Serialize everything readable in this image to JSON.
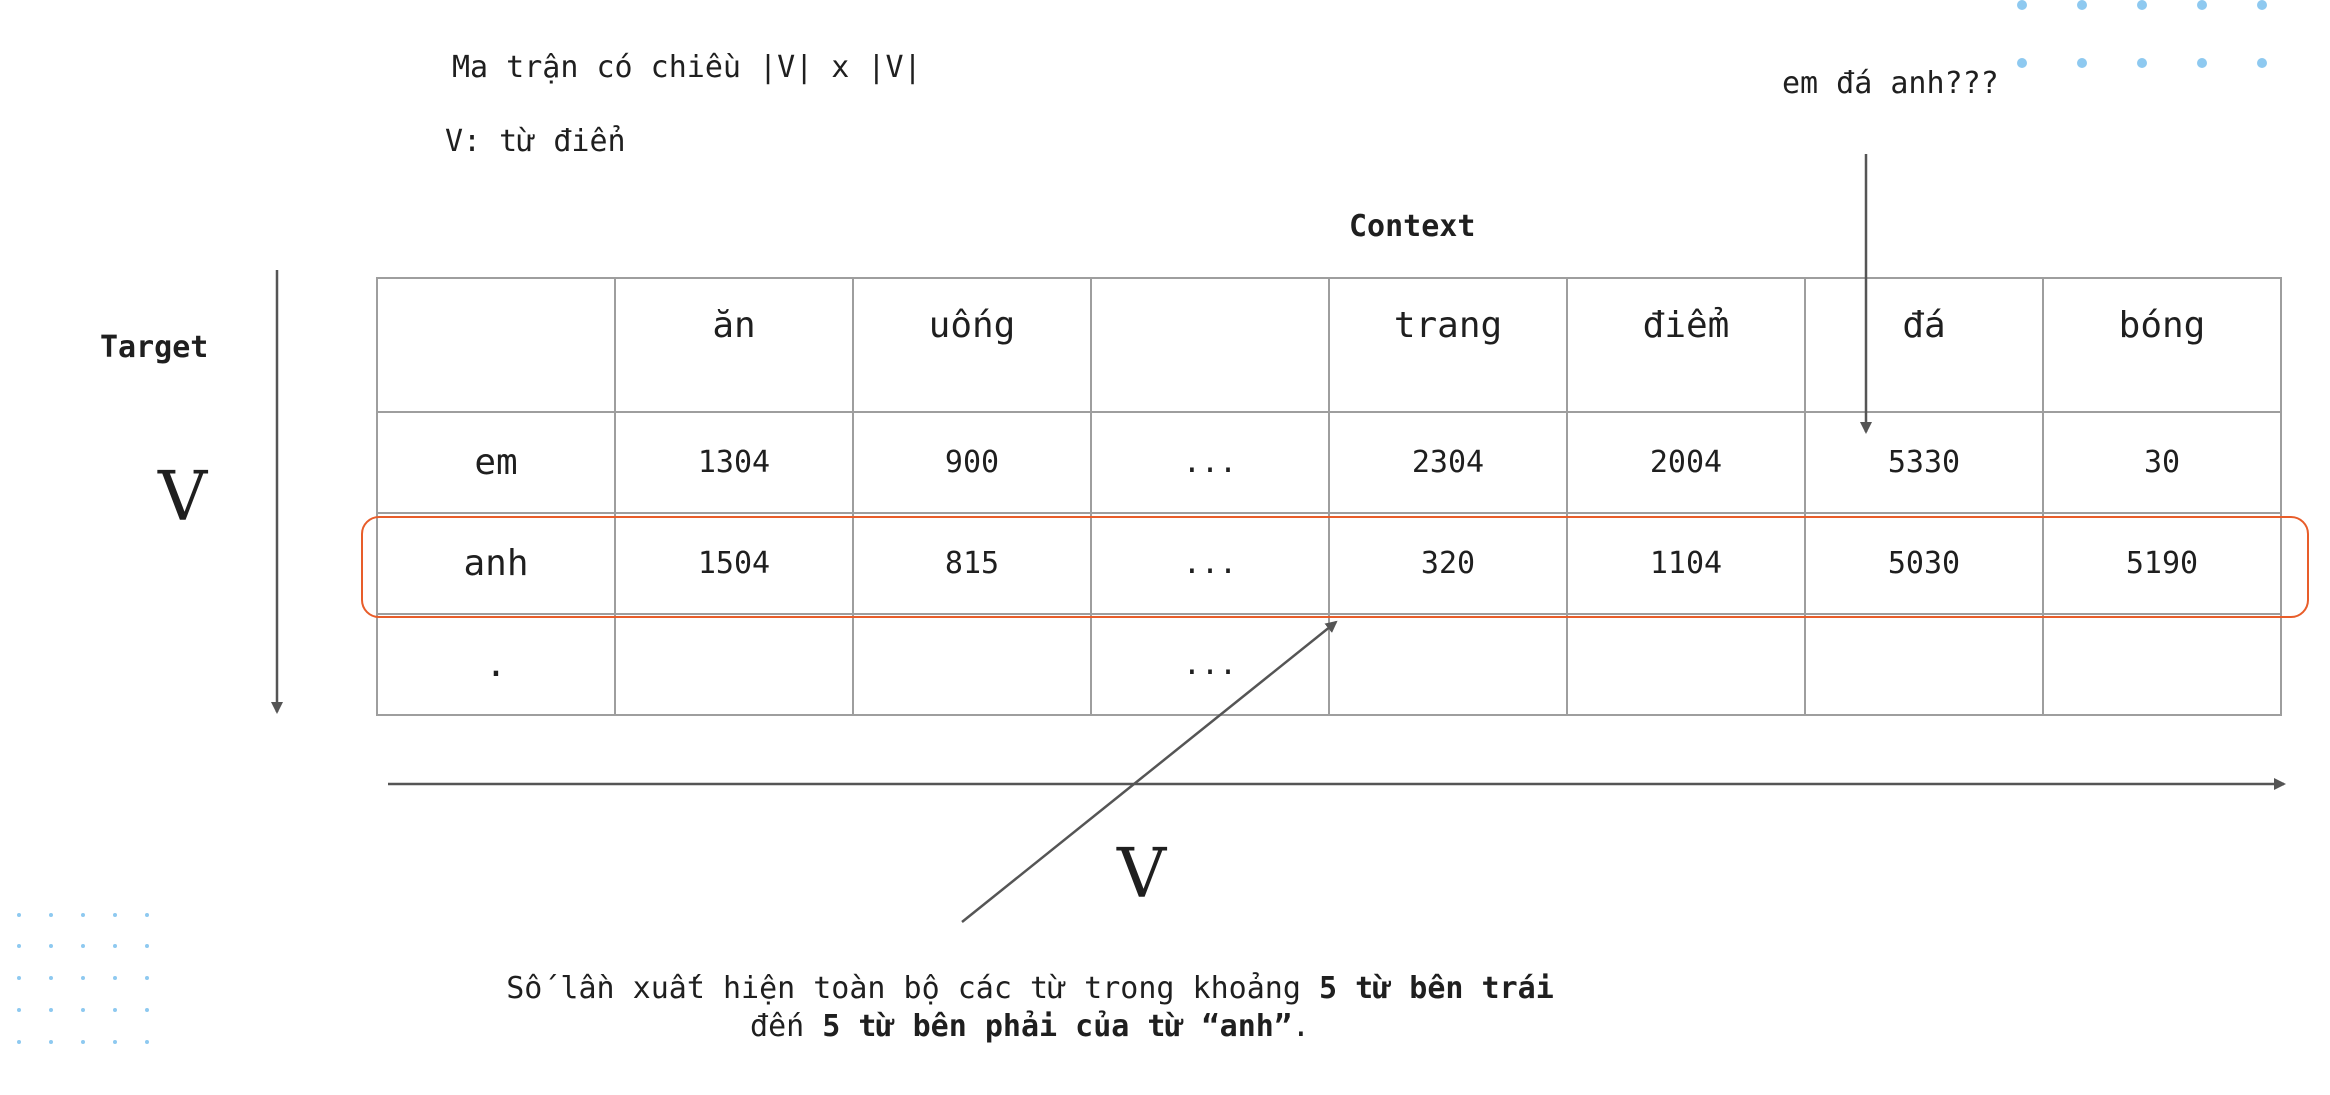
{
  "notes": {
    "dimensions": "Ma trận có chiều |V| x |V|",
    "vocab": "V: từ điển",
    "query": "em đá anh???"
  },
  "labels": {
    "context": "Context",
    "target": "Target",
    "v_axis_left": "V",
    "v_axis_bottom": "V"
  },
  "matrix": {
    "columns": [
      "",
      "ăn",
      "uống",
      "",
      "trang",
      "điểm",
      "đá",
      "bóng"
    ],
    "rows": [
      {
        "label": "em",
        "cells": [
          "1304",
          "900",
          "...",
          "2304",
          "2004",
          "5330",
          "30"
        ]
      },
      {
        "label": "anh",
        "cells": [
          "1504",
          "815",
          "...",
          "320",
          "1104",
          "5030",
          "5190"
        ]
      },
      {
        "label": ".",
        "cells": [
          "",
          "",
          "...",
          "",
          "",
          "",
          ""
        ]
      }
    ],
    "highlighted_row": "anh"
  },
  "caption": {
    "line1_plain": "Số lần xuất hiện toàn bộ các từ trong khoảng ",
    "line1_bold": "5 từ bên trái",
    "line2_plain_a": "đến ",
    "line2_bold": "5 từ bên phải của từ “anh”",
    "line2_plain_b": "."
  },
  "colors": {
    "highlight": "#e85d2a",
    "grid": "#9e9e9e",
    "arrow": "#555555",
    "dots": "#8ec9f0"
  }
}
